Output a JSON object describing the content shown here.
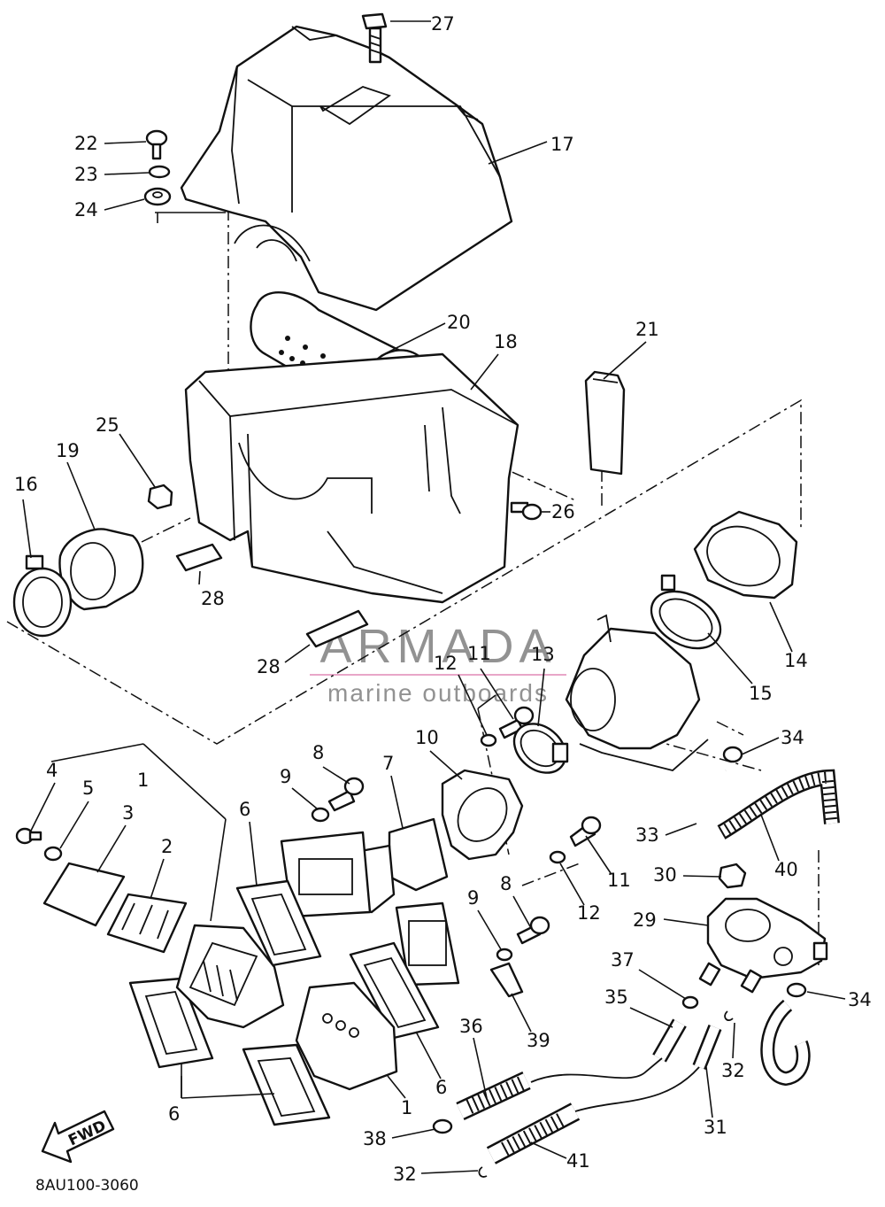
{
  "diagram_code": "8AU100-3060",
  "fwd_label": "FWD",
  "watermark": {
    "brand": "ARMADA",
    "tagline": "marine outboards",
    "accent": "#e8a6c8"
  },
  "callouts": [
    {
      "id": "c27",
      "text": "27"
    },
    {
      "id": "c22",
      "text": "22"
    },
    {
      "id": "c23",
      "text": "23"
    },
    {
      "id": "c24",
      "text": "24"
    },
    {
      "id": "c17",
      "text": "17"
    },
    {
      "id": "c20",
      "text": "20"
    },
    {
      "id": "c18",
      "text": "18"
    },
    {
      "id": "c21",
      "text": "21"
    },
    {
      "id": "c25",
      "text": "25"
    },
    {
      "id": "c19",
      "text": "19"
    },
    {
      "id": "c16",
      "text": "16"
    },
    {
      "id": "c26",
      "text": "26"
    },
    {
      "id": "c28a",
      "text": "28"
    },
    {
      "id": "c28b",
      "text": "28"
    },
    {
      "id": "c14",
      "text": "14"
    },
    {
      "id": "c15",
      "text": "15"
    },
    {
      "id": "c11a",
      "text": "11"
    },
    {
      "id": "c12a",
      "text": "12"
    },
    {
      "id": "c13",
      "text": "13"
    },
    {
      "id": "c34a",
      "text": "34"
    },
    {
      "id": "c10",
      "text": "10"
    },
    {
      "id": "c7",
      "text": "7"
    },
    {
      "id": "c8a",
      "text": "8"
    },
    {
      "id": "c9a",
      "text": "9"
    },
    {
      "id": "c4",
      "text": "4"
    },
    {
      "id": "c5",
      "text": "5"
    },
    {
      "id": "c1a",
      "text": "1"
    },
    {
      "id": "c3",
      "text": "3"
    },
    {
      "id": "c2",
      "text": "2"
    },
    {
      "id": "c6a",
      "text": "6"
    },
    {
      "id": "c33",
      "text": "33"
    },
    {
      "id": "c40",
      "text": "40"
    },
    {
      "id": "c30",
      "text": "30"
    },
    {
      "id": "c11b",
      "text": "11"
    },
    {
      "id": "c8b",
      "text": "8"
    },
    {
      "id": "c12b",
      "text": "12"
    },
    {
      "id": "c9b",
      "text": "9"
    },
    {
      "id": "c29",
      "text": "29"
    },
    {
      "id": "c37",
      "text": "37"
    },
    {
      "id": "c34b",
      "text": "34"
    },
    {
      "id": "c35",
      "text": "35"
    },
    {
      "id": "c39",
      "text": "39"
    },
    {
      "id": "c36",
      "text": "36"
    },
    {
      "id": "c32a",
      "text": "32"
    },
    {
      "id": "c6b",
      "text": "6"
    },
    {
      "id": "c1b",
      "text": "1"
    },
    {
      "id": "c6c",
      "text": "6"
    },
    {
      "id": "c31",
      "text": "31"
    },
    {
      "id": "c38",
      "text": "38"
    },
    {
      "id": "c41",
      "text": "41"
    },
    {
      "id": "c32b",
      "text": "32"
    }
  ]
}
